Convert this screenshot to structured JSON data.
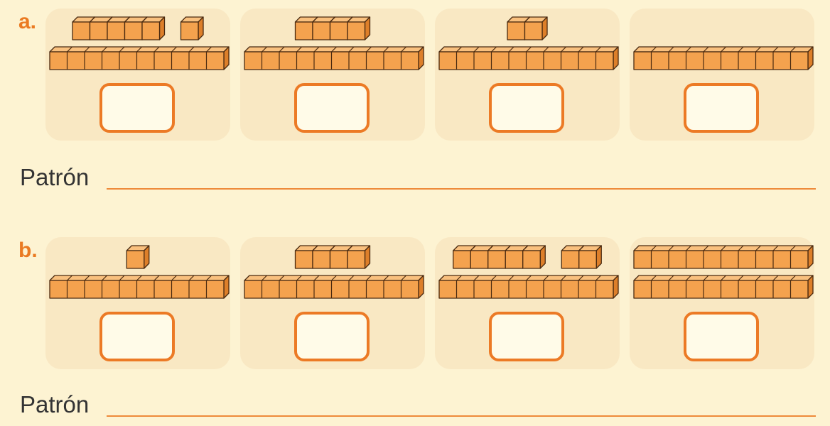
{
  "section_a": {
    "letter": "a.",
    "pattern_label": "Patrón",
    "panels": [
      {
        "tens": 1,
        "loose_groups": [
          5,
          1
        ],
        "answer": ""
      },
      {
        "tens": 1,
        "loose_groups": [
          4
        ],
        "answer": ""
      },
      {
        "tens": 1,
        "loose_groups": [
          2
        ],
        "answer": ""
      },
      {
        "tens": 1,
        "loose_groups": [],
        "answer": ""
      }
    ]
  },
  "section_b": {
    "letter": "b.",
    "pattern_label": "Patrón",
    "panels": [
      {
        "tens": 1,
        "loose_groups": [
          1
        ],
        "answer": ""
      },
      {
        "tens": 1,
        "loose_groups": [
          4
        ],
        "answer": ""
      },
      {
        "tens": 1,
        "loose_groups": [
          5,
          2
        ],
        "answer": ""
      },
      {
        "tens": 2,
        "loose_groups": [],
        "answer": ""
      }
    ]
  },
  "colors": {
    "page_background": "#fdf3d2",
    "panel_background": "#f9e8c3",
    "cube_front": "#f4a24e",
    "cube_top": "#f9c07e",
    "cube_side": "#dd7f2a",
    "accent": "#ea7a22"
  }
}
